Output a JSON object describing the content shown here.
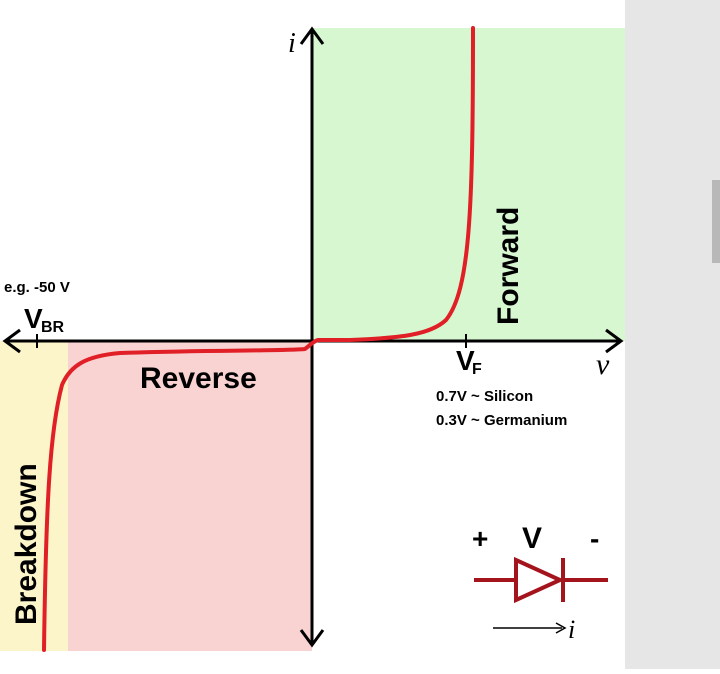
{
  "diagram": {
    "axes": {
      "y_label": "i",
      "x_label": "v"
    },
    "regions": [
      {
        "name": "forward",
        "label": "Forward",
        "color": "#d6f7d0"
      },
      {
        "name": "reverse",
        "label": "Reverse",
        "color": "#f9d2d2"
      },
      {
        "name": "breakdown",
        "label": "Breakdown",
        "color": "#fbf5c9"
      }
    ],
    "vbr": {
      "example": "e.g. -50 V",
      "symbol": "V",
      "subscript": "BR"
    },
    "vf": {
      "symbol": "V",
      "subscript": "F",
      "notes": [
        "0.7V ~ Silicon",
        "0.3V ~ Germanium"
      ]
    },
    "diode": {
      "plus": "+",
      "voltage": "V",
      "minus": "-",
      "current": "i",
      "color": "#a3141c"
    },
    "curve_color": "#e01f26"
  }
}
